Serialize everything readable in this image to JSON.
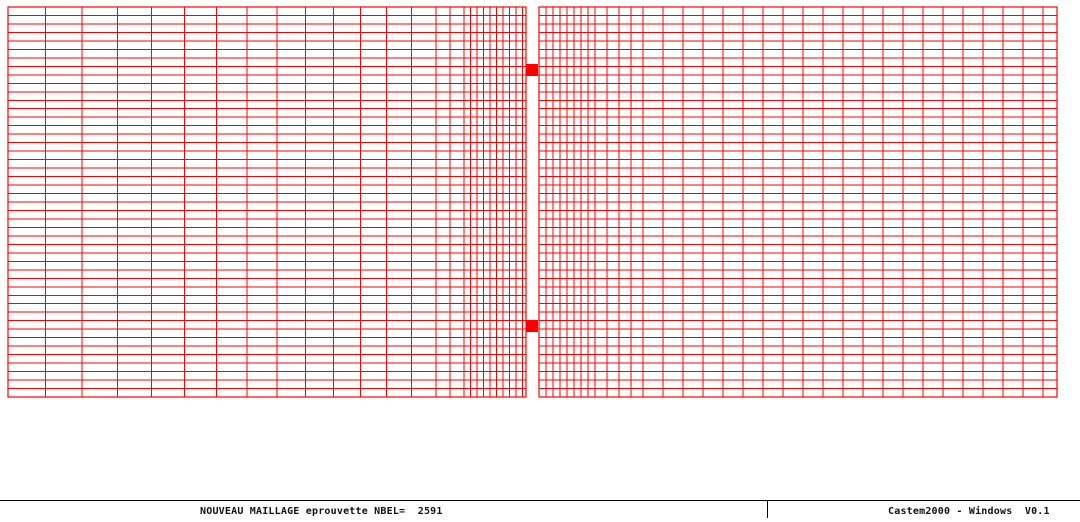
{
  "status": {
    "caption": "NOUVEAU MAILLAGE eprouvette NBEL=  2591",
    "app_title": "Castem2000 - Windows  V0.1"
  },
  "mesh": {
    "line_color": "#ff0000",
    "element_count": 2591
  }
}
